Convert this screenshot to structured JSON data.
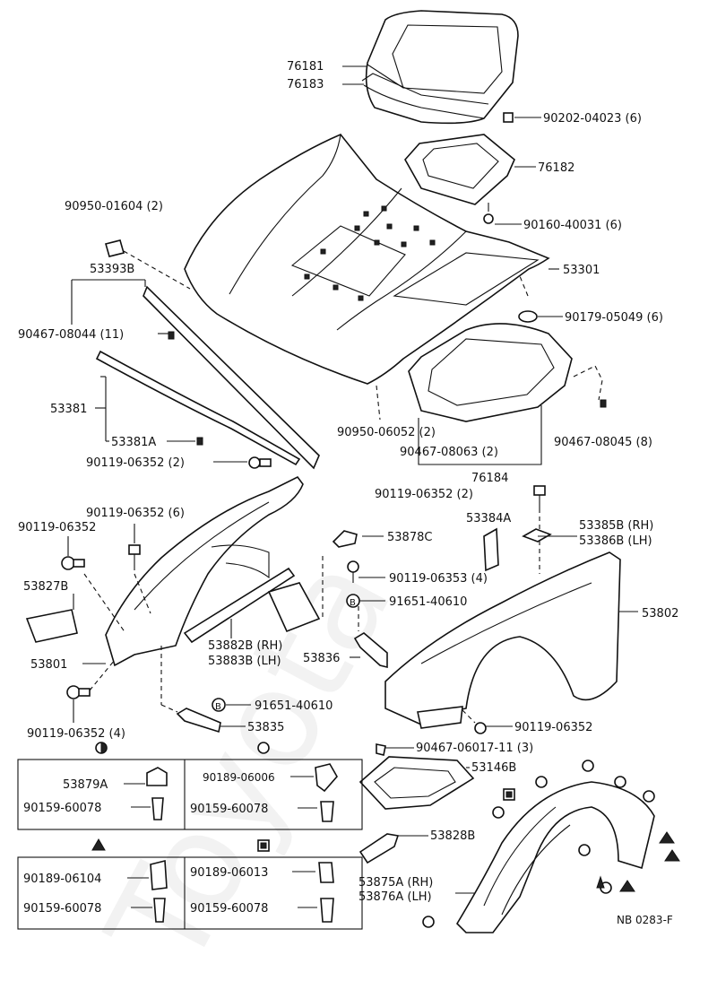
{
  "parts": {
    "p76181": "76181",
    "p76183": "76183",
    "p90202": "90202-04023 (6)",
    "p76182": "76182",
    "p90950_01604": "90950-01604 (2)",
    "p90160": "90160-40031 (6)",
    "p53393B": "53393B",
    "p53301": "53301",
    "p90179": "90179-05049 (6)",
    "p90467_08044": "90467-08044 (11)",
    "p53381": "53381",
    "p90950_06052": "90950-06052 (2)",
    "p90467_08063": "90467-08063 (2)",
    "p90467_08045": "90467-08045 (8)",
    "p53381A": "53381A",
    "p90119_06352_2": "90119-06352 (2)",
    "p76184": "76184",
    "p90119_06352_2b": "90119-06352 (2)",
    "p90119_06352_6": "90119-06352 (6)",
    "p53384A": "53384A",
    "p53385B": "53385B (RH)",
    "p53386B": "53386B (LH)",
    "p90119_06352": "90119-06352",
    "p53878C": "53878C",
    "p90119_06353": "90119-06353 (4)",
    "p53827B": "53827B",
    "p91651_40610_a": "91651-40610",
    "p53802": "53802",
    "p53882B": "53882B (RH)",
    "p53883B": "53883B (LH)",
    "p53836": "53836",
    "p53801": "53801",
    "p91651_40610_b": "91651-40610",
    "p90119_06352_4": "90119-06352 (4)",
    "p53835": "53835",
    "p90119_06352_r": "90119-06352",
    "p90467_06017": "90467-06017-11 (3)",
    "p53146B": "53146B",
    "p53828B": "53828B",
    "p53875A": "53875A (RH)",
    "p53876A": "53876A (LH)"
  },
  "marker_b": "B",
  "clip_table": {
    "cell_a_top": "53879A",
    "cell_a_bottom": "90159-60078",
    "cell_b_top": "90189-06006",
    "cell_b_bottom": "90159-60078",
    "cell_c_top": "90189-06104",
    "cell_c_bottom": "90159-60078",
    "cell_d_top": "90189-06013",
    "cell_d_bottom": "90159-60078"
  },
  "footer_code": "NB 0283-F",
  "watermark": "Toyota"
}
